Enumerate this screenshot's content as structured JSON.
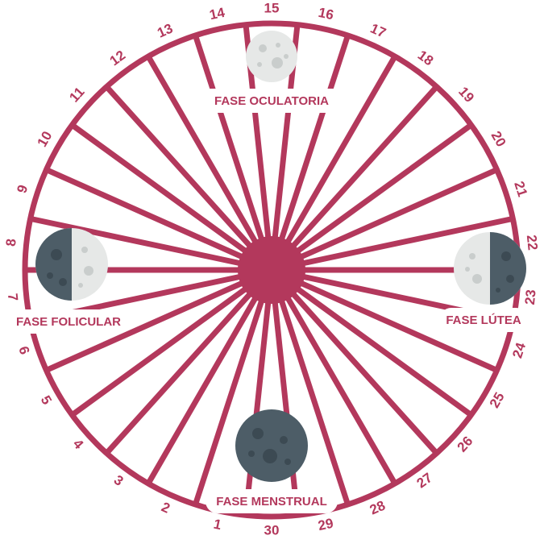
{
  "colors": {
    "accent": "#b3385c",
    "background": "#ffffff",
    "moon_dark": "#4d5d67",
    "moon_dark_crater": "#3c4a53",
    "moon_light": "#e6e8e7",
    "moon_light_crater": "#c9cdcc"
  },
  "days": [
    "1",
    "2",
    "3",
    "4",
    "5",
    "6",
    "7",
    "8",
    "9",
    "10",
    "11",
    "12",
    "13",
    "14",
    "15",
    "16",
    "17",
    "18",
    "19",
    "20",
    "21",
    "22",
    "23",
    "24",
    "25",
    "26",
    "27",
    "28",
    "29",
    "30"
  ],
  "phases": {
    "menstrual": {
      "label": "FASE MENSTRUAL",
      "moon": "new-moon-icon"
    },
    "follicular": {
      "label": "FASE FOLICULAR",
      "moon": "waxing-half-moon-icon"
    },
    "ovulatory": {
      "label": "FASE OCULATORIA",
      "moon": "full-moon-icon"
    },
    "luteal": {
      "label": "FASE LÚTEA",
      "moon": "waning-half-moon-icon"
    }
  }
}
